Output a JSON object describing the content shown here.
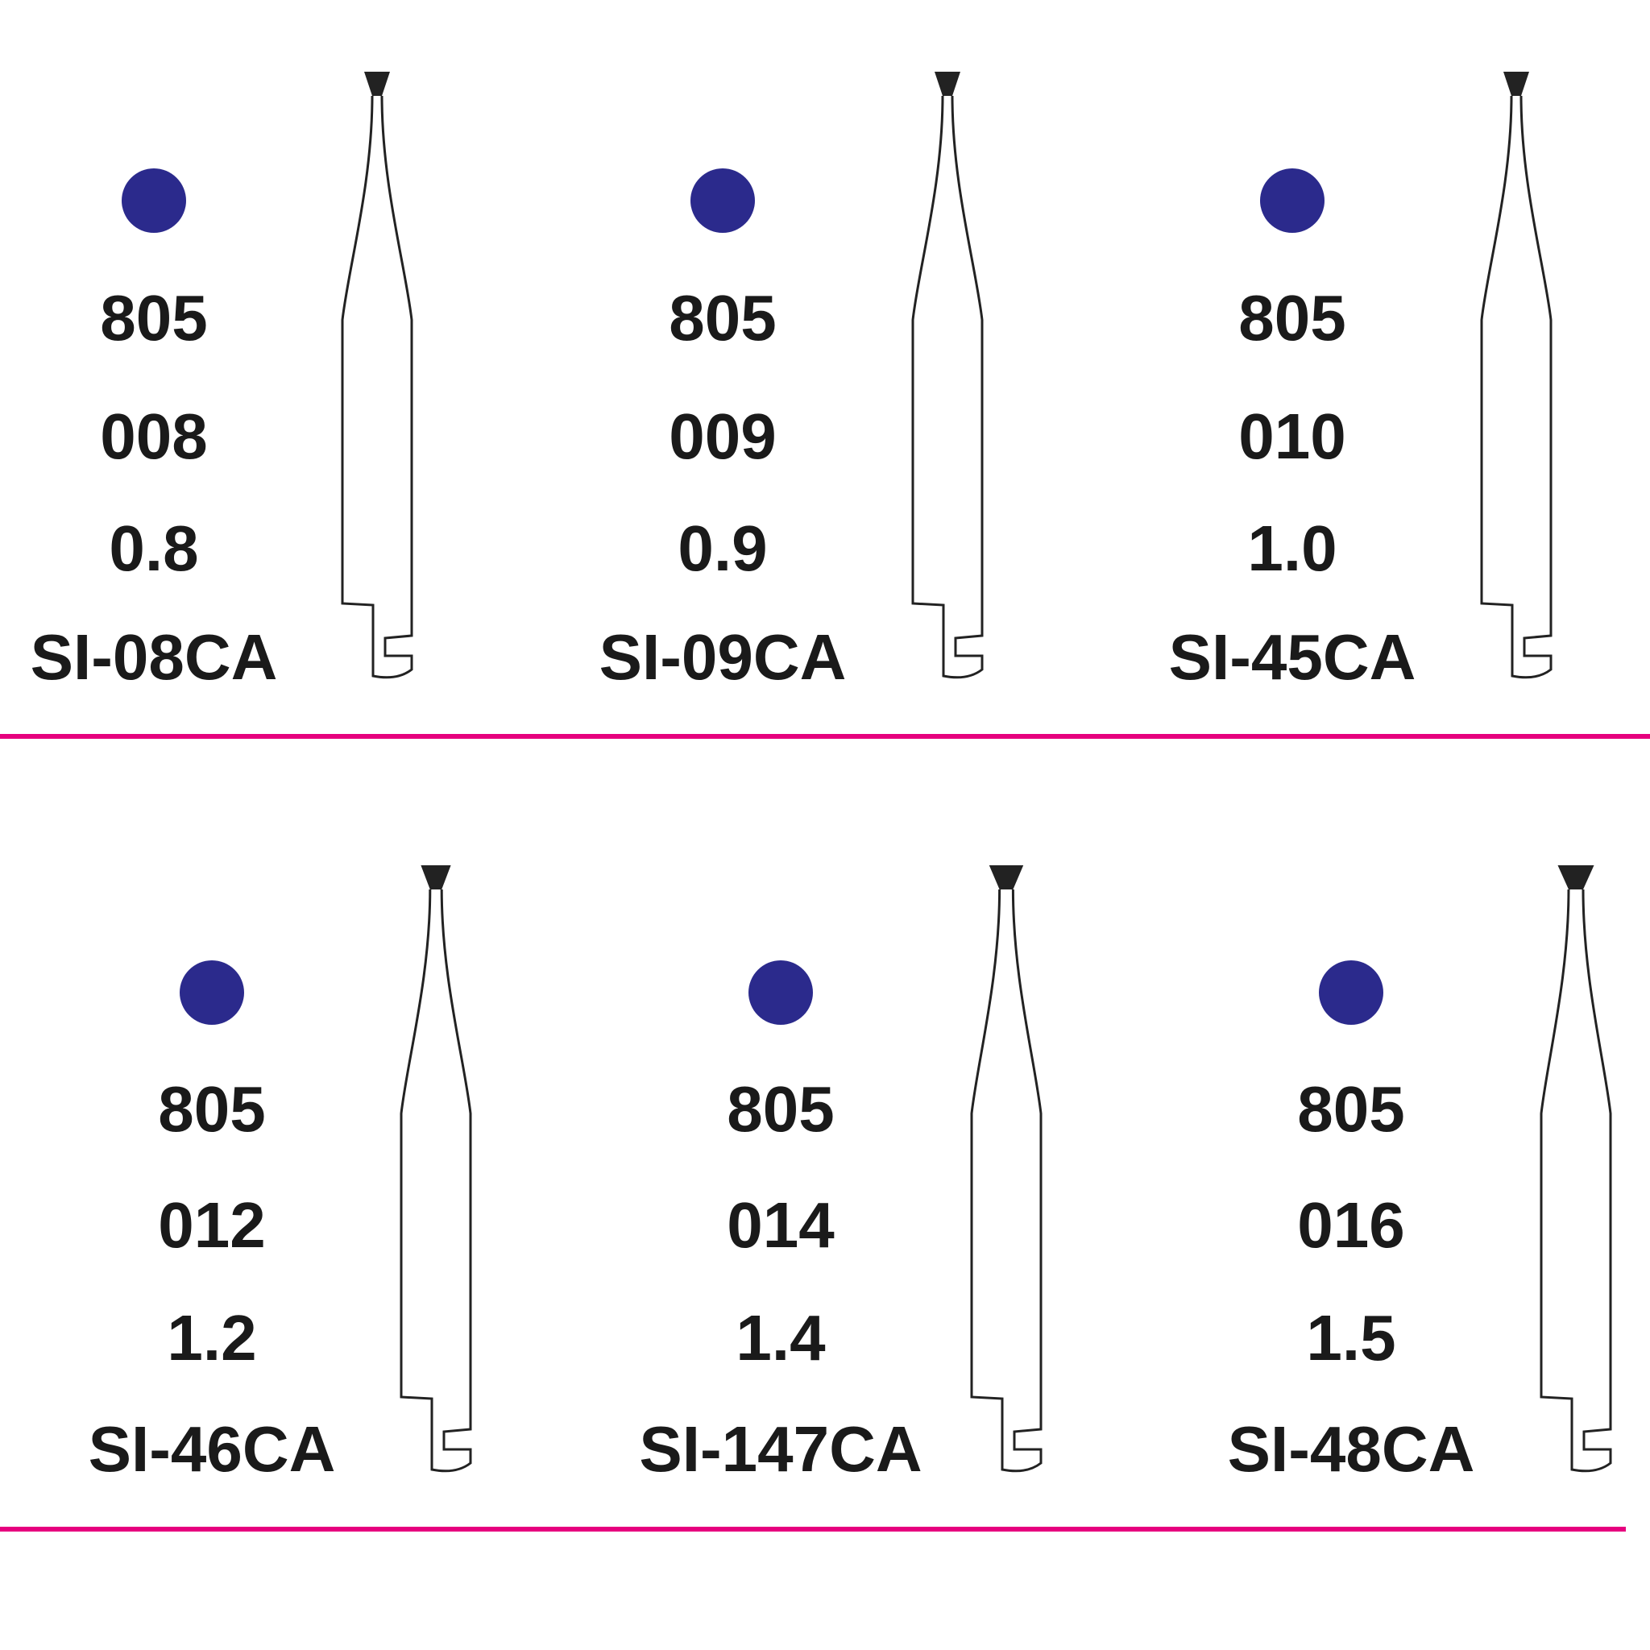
{
  "colors": {
    "dot": "#2b2a8c",
    "rule": "#e6007e",
    "line": "#222222"
  },
  "rows": [
    {
      "items": [
        {
          "series": "805",
          "iso": "008",
          "diameter": "0.8",
          "code": "SI-08CA",
          "head_size": 1
        },
        {
          "series": "805",
          "iso": "009",
          "diameter": "0.9",
          "code": "SI-09CA",
          "head_size": 1
        },
        {
          "series": "805",
          "iso": "010",
          "diameter": "1.0",
          "code": "SI-45CA",
          "head_size": 1
        }
      ]
    },
    {
      "items": [
        {
          "series": "805",
          "iso": "012",
          "diameter": "1.2",
          "code": "SI-46CA",
          "head_size": 1.2
        },
        {
          "series": "805",
          "iso": "014",
          "diameter": "1.4",
          "code": "SI-147CA",
          "head_size": 1.4
        },
        {
          "series": "805",
          "iso": "016",
          "diameter": "1.5",
          "code": "SI-48CA",
          "head_size": 1.5
        }
      ]
    }
  ]
}
